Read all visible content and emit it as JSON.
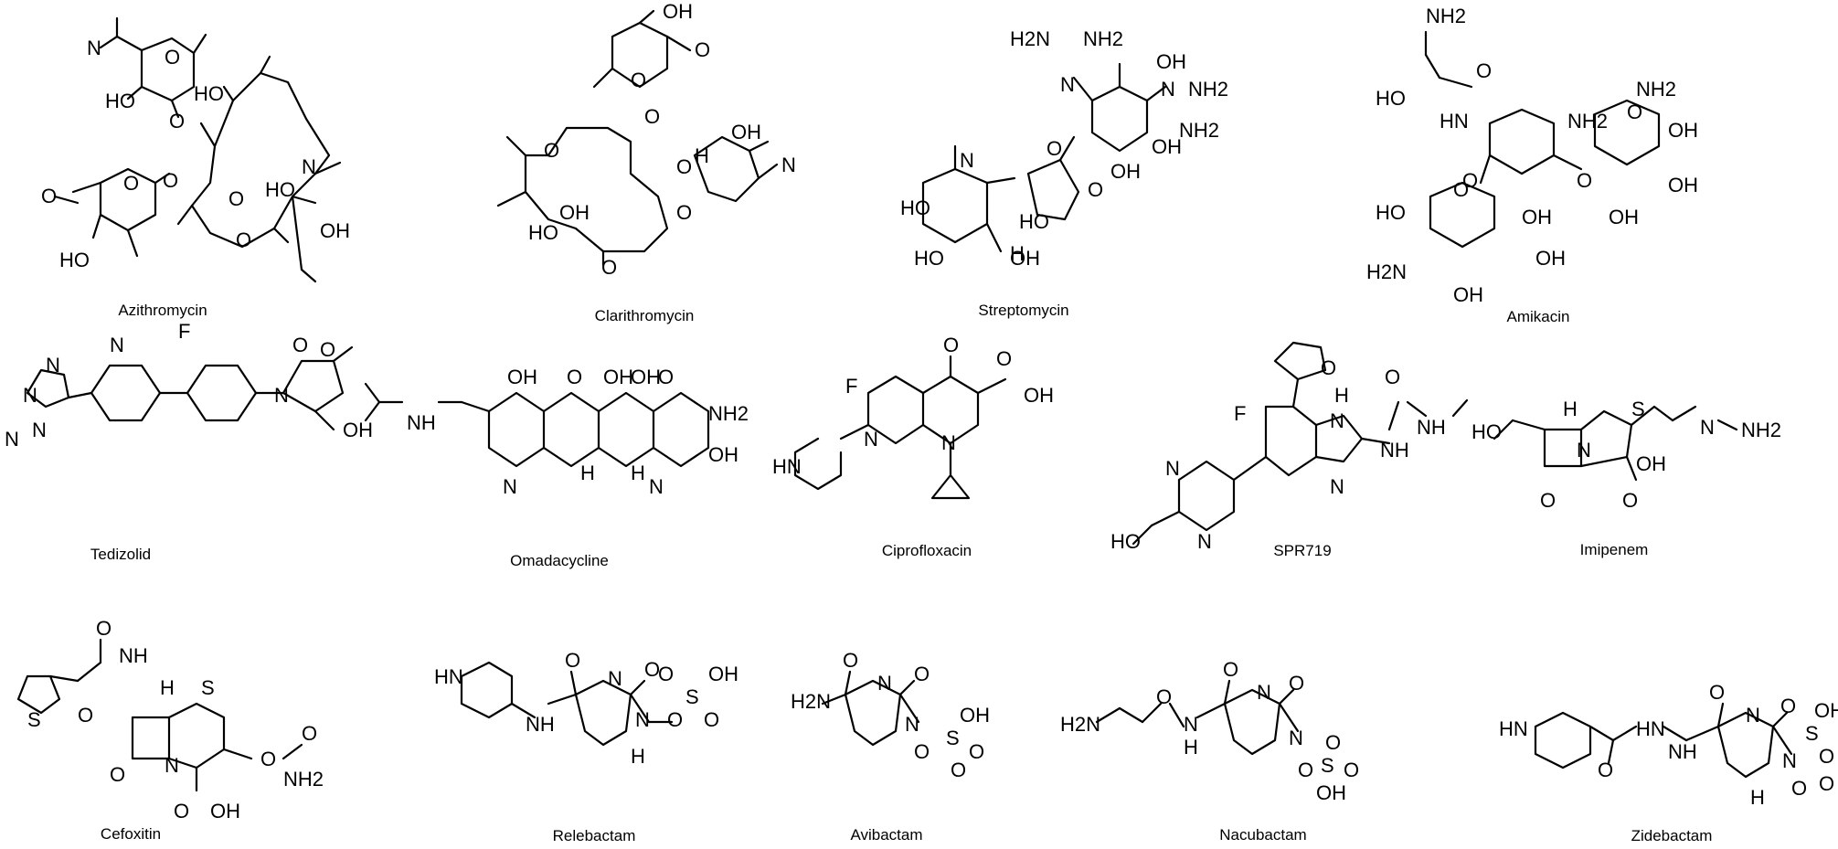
{
  "compounds": [
    {
      "name": "Azithromycin"
    },
    {
      "name": "Clarithromycin"
    },
    {
      "name": "Streptomycin"
    },
    {
      "name": "Amikacin"
    },
    {
      "name": "Tedizolid"
    },
    {
      "name": "Omadacycline"
    },
    {
      "name": "Ciprofloxacin"
    },
    {
      "name": "SPR719"
    },
    {
      "name": "Imipenem"
    },
    {
      "name": "Cefoxitin"
    },
    {
      "name": "Relebactam"
    },
    {
      "name": "Avibactam"
    },
    {
      "name": "Nacubactam"
    },
    {
      "name": "Zidebactam"
    }
  ],
  "atoms": {
    "NH2": "NH2",
    "OH": "OH",
    "HO": "HO",
    "O": "O",
    "N": "N",
    "H": "H",
    "F": "F",
    "S": "S",
    "NH": "NH",
    "HN": "HN",
    "H2N": "H2N"
  }
}
